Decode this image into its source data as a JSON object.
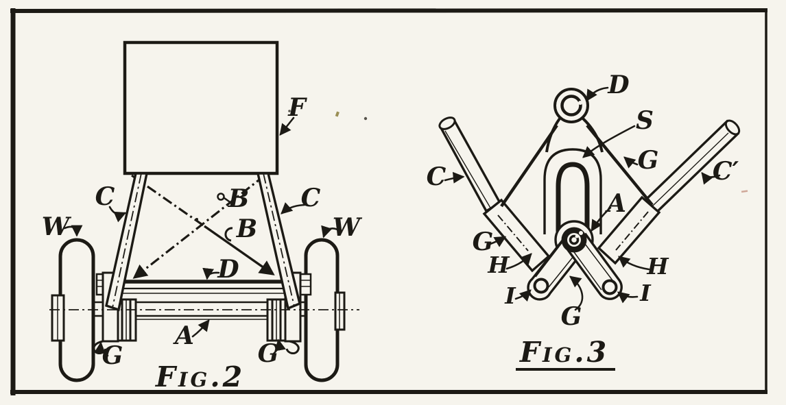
{
  "page": {
    "background": "#f6f4ed",
    "ink_color": "#1c1a15",
    "frame_color": "#1c1a15",
    "description_labels_note": "reference letters of a scanned patent-style line drawing"
  },
  "figure2": {
    "caption": "Fig.2",
    "labels": {
      "F": "F",
      "C_left": "C",
      "C_right": "C",
      "B_upper": "B",
      "B_lower": "B",
      "W_left": "W",
      "W_right": "W",
      "D": "D",
      "A": "A",
      "G_left": "G",
      "G_right": "G"
    }
  },
  "figure3": {
    "caption": "Fig.3",
    "labels": {
      "D": "D",
      "S": "S",
      "G_upper": "G",
      "C": "C",
      "C_prime": "C′",
      "A": "A",
      "G_left": "G",
      "H_left": "H",
      "H_right": "H",
      "I_left": "I",
      "I_right": "I",
      "G_bottom": "G"
    }
  }
}
